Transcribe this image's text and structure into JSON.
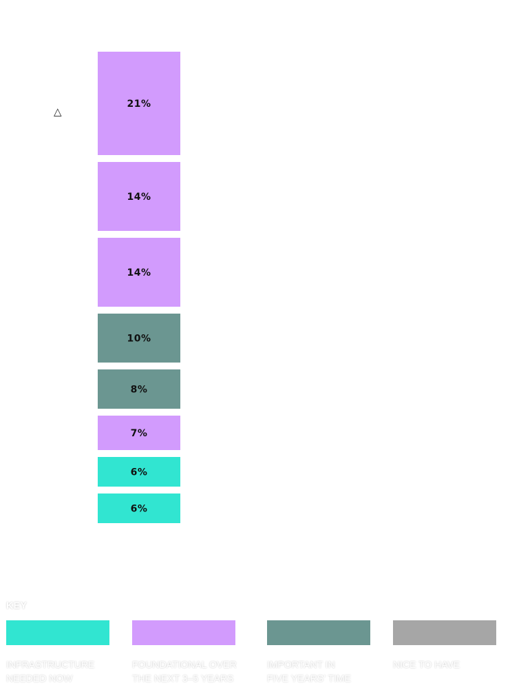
{
  "chart_data": {
    "type": "bar",
    "orientation": "stacked-column-segments",
    "values": [
      21,
      14,
      14,
      10,
      8,
      7,
      6,
      6
    ],
    "labels": [
      "21%",
      "14%",
      "14%",
      "10%",
      "8%",
      "7%",
      "6%",
      "6%"
    ],
    "categories_key": [
      "foundational",
      "foundational",
      "foundational",
      "important",
      "important",
      "foundational",
      "infrastructure",
      "infrastructure"
    ],
    "marker_symbol": "△",
    "xlabel": "",
    "ylabel": "",
    "grid": false
  },
  "colors": {
    "infrastructure": "#31e5d1",
    "foundational": "#d29bfd",
    "important": "#6b9691",
    "nice": "#a6a6a6"
  },
  "key": {
    "title": "KEY",
    "items": [
      {
        "id": "infrastructure",
        "label": "INFRASTRUCTURE\nNEEDED NOW"
      },
      {
        "id": "foundational",
        "label": "FOUNDATIONAL OVER\nTHE NEXT 3–5 YEARS"
      },
      {
        "id": "important",
        "label": "IMPORTANT IN\nFIVE YEARS' TIME"
      },
      {
        "id": "nice",
        "label": "NICE TO HAVE"
      }
    ]
  }
}
